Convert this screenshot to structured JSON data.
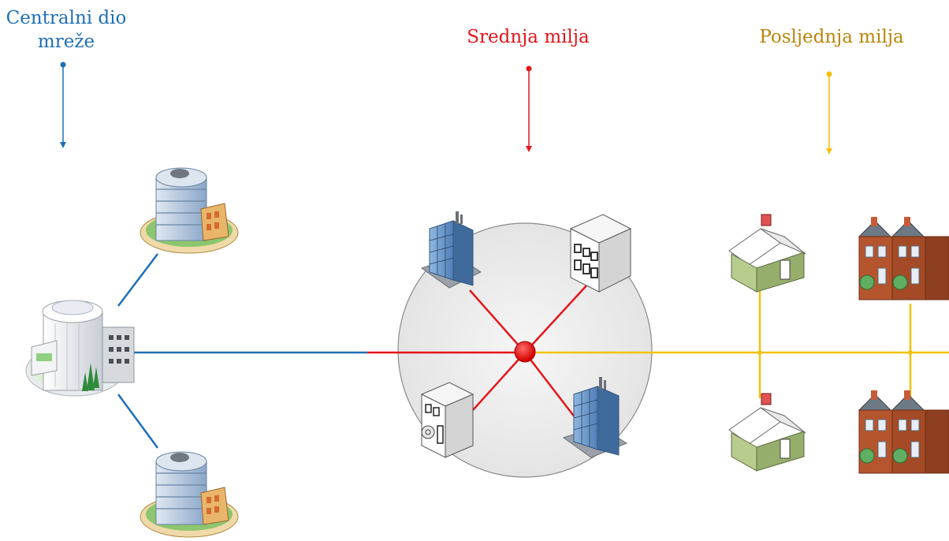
{
  "labels": {
    "core_line1": "Centralni dio",
    "core_line2": "mreže",
    "middle": "Srednja milja",
    "last": "Posljednja milja"
  },
  "colors": {
    "core": "#1f6fb5",
    "middle": "#e3161b",
    "last": "#f4c10f",
    "last_text": "#b8860b",
    "ring_fill": "#ececec",
    "house_wall": "#a8c07a",
    "house_roof": "#ffffff",
    "building_glass": "#6f9fd0",
    "rowhouse_brick": "#b5552e"
  },
  "icons": [
    "headquarters-building-icon",
    "office-tower-icon",
    "glass-tower-icon",
    "apartment-block-icon",
    "bank-building-icon",
    "house-icon",
    "row-houses-icon",
    "hub-node-icon"
  ]
}
